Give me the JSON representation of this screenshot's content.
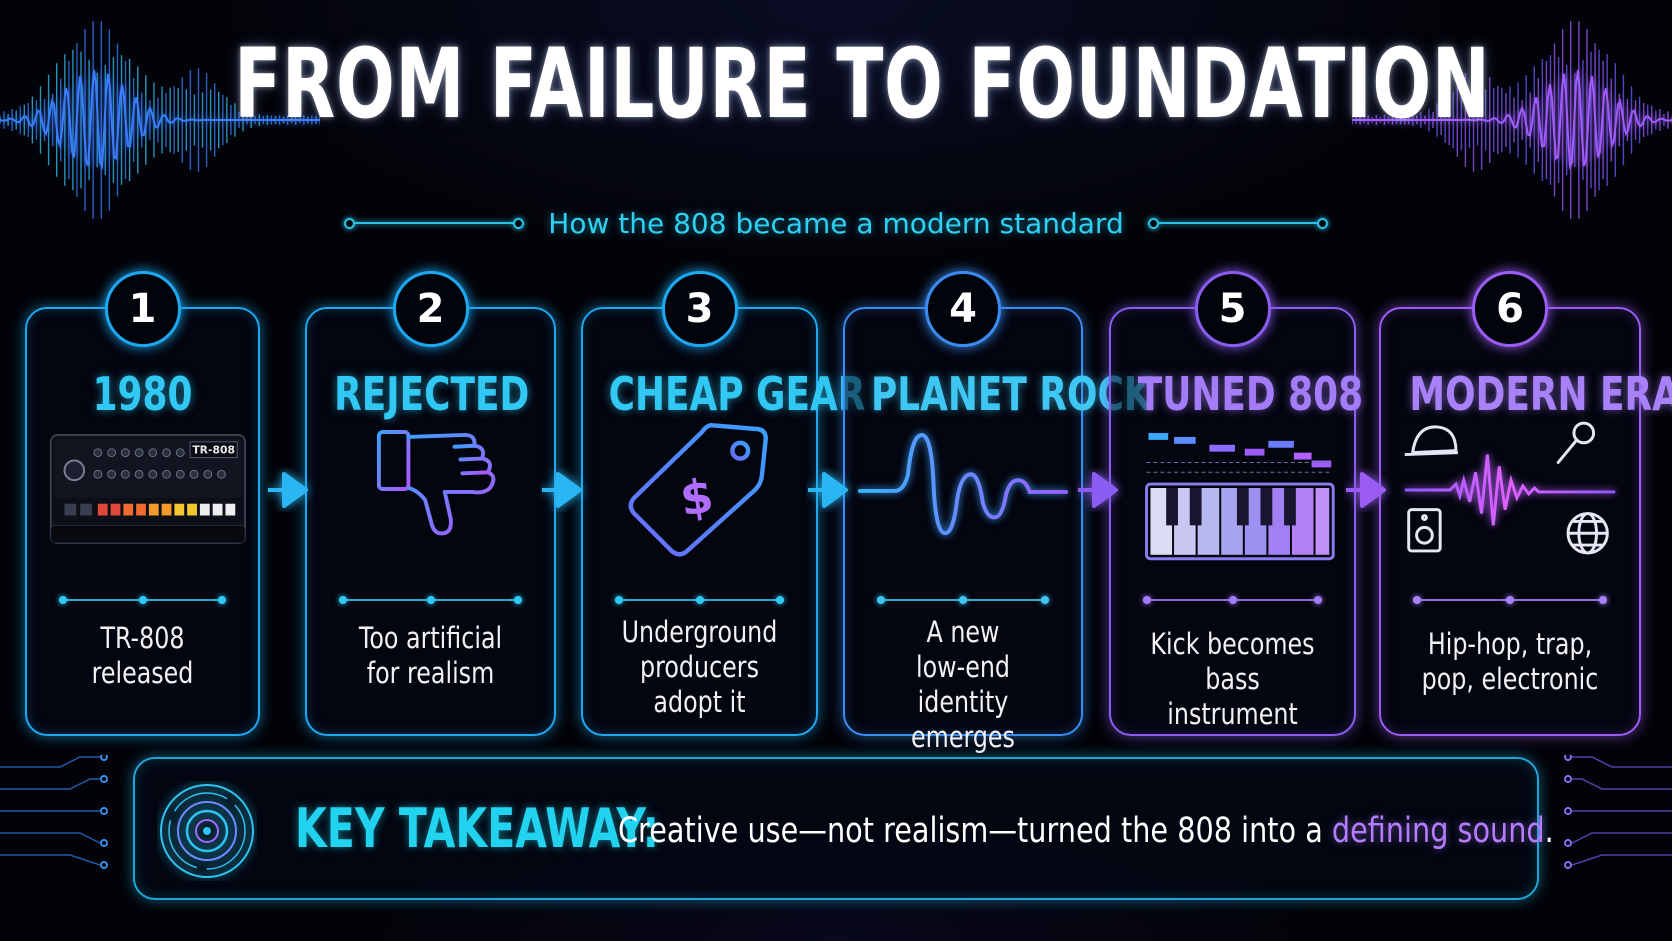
{
  "title": "FROM FAILURE TO FOUNDATION",
  "subtitle": "How the 808 became a modern standard",
  "steps": [
    {
      "number": "1",
      "title": "1980",
      "lines": [
        "TR-808",
        "released"
      ],
      "icon": "tr-808-drum-machine-icon",
      "color": "#1ea8f0",
      "title_color": "#31c8f3",
      "device_label": "TR-808"
    },
    {
      "number": "2",
      "title": "REJECTED",
      "lines": [
        "Too artificial",
        "for realism"
      ],
      "icon": "thumbs-down-icon",
      "color": "#1ea8f0",
      "title_color": "#31c8f3"
    },
    {
      "number": "3",
      "title": "CHEAP GEAR",
      "lines": [
        "Underground",
        "producers",
        "adopt it"
      ],
      "icon": "price-tag-icon",
      "color": "#1ea8f0",
      "title_color": "#31c8f3"
    },
    {
      "number": "4",
      "title": "PLANET ROCK",
      "lines": [
        "A new",
        "low-end identity",
        "emerges"
      ],
      "icon": "sound-wave-icon",
      "color": "#3b8cf2",
      "title_color": "#3ec7f3"
    },
    {
      "number": "5",
      "title": "TUNED 808",
      "lines": [
        "Kick becomes",
        "bass instrument"
      ],
      "icon": "piano-roll-icon",
      "color": "#8a5cf0",
      "title_color": "#a57cf8"
    },
    {
      "number": "6",
      "title": "MODERN ERA",
      "lines": [
        "Hip-hop, trap,",
        "pop, electronic"
      ],
      "icon": "modern-genres-icon",
      "color": "#9a5cf2",
      "title_color": "#a881f9"
    }
  ],
  "takeaway": {
    "label": "KEY TAKEAWAY:",
    "text_before": "Creative use—not realism—turned the 808 into a ",
    "highlight": "defining sound",
    "text_after": "."
  }
}
